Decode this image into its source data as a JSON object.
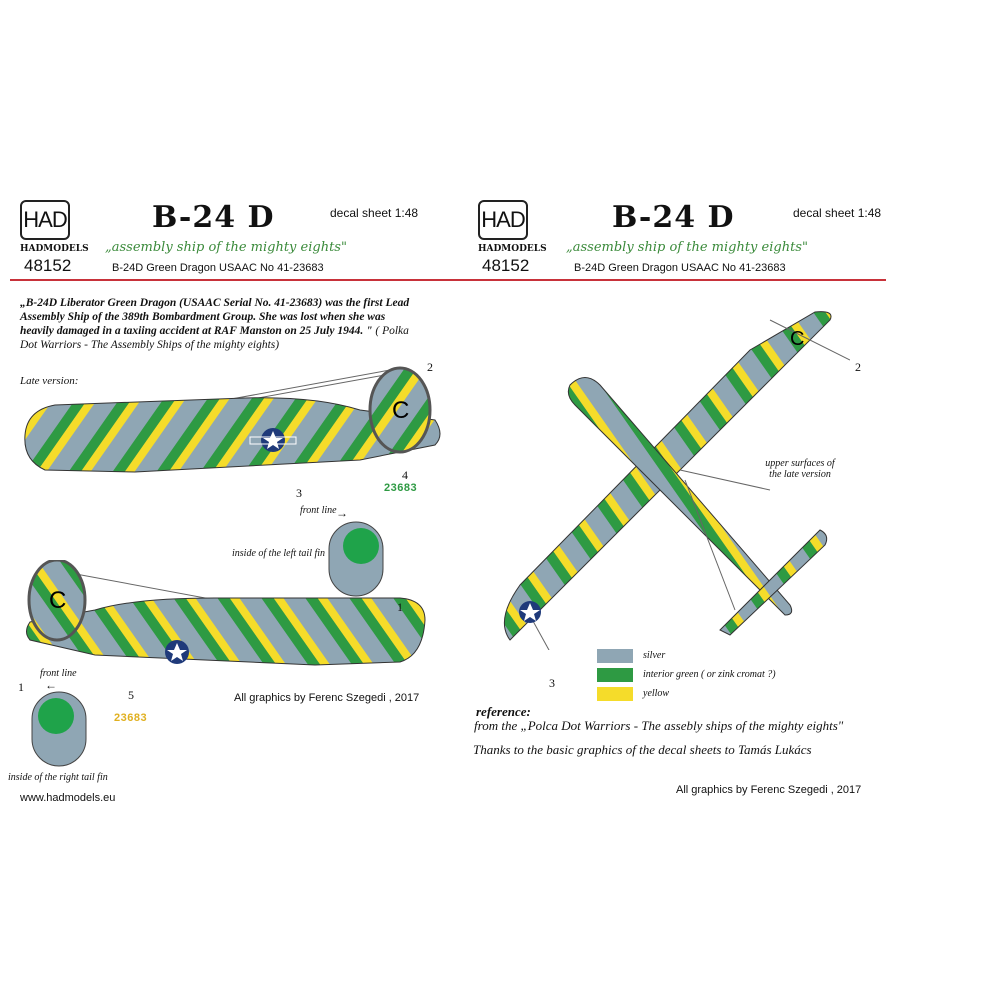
{
  "header_left": {
    "logo": "HAD",
    "brand": "HADMODELS",
    "code": "48152",
    "title": "B-24 D",
    "scale": "decal sheet 1:48",
    "motto": "„assembly ship of the mighty eights\"",
    "subtitle": "B-24D Green Dragon USAAC No 41-23683"
  },
  "header_right": {
    "logo": "HAD",
    "brand": "HADMODELS",
    "code": "48152",
    "title": "B-24 D",
    "scale": "decal sheet 1:48",
    "motto": "„assembly ship of the mighty eights\"",
    "subtitle": "B-24D Green Dragon USAAC No 41-23683"
  },
  "intro": {
    "quote_bold": "„B-24D Liberator Green Dragon (USAAC Serial No. 41-23683) was the first Lead Assembly Ship of the 389th Bombardment Group. She was lost when she was heavily damaged in a taxiing accident at RAF Manston on 25 July 1944. \"",
    "quote_source": "( Polka Dot Warriors - The Assembly Ships of the mighty eights)",
    "late_version": "Late version:"
  },
  "left_views": {
    "callouts": [
      "2",
      "3",
      "4",
      "1",
      "1",
      "5"
    ],
    "serial_1": "23683",
    "serial_2": "23683",
    "tail_letter": "C",
    "front_line_1": "front line",
    "left_fin_label": "inside of the left tail fin",
    "front_line_2": "front line",
    "right_fin_label": "inside of the right tail fin",
    "credit": "All graphics by Ferenc Szegedi , 2017",
    "website": "www.hadmodels.eu"
  },
  "right_view": {
    "callouts": [
      "2",
      "3"
    ],
    "tail_letter": "C",
    "caption": "upper surfaces of the late version"
  },
  "legend": [
    {
      "label": "silver",
      "color": "#8fa6b4"
    },
    {
      "label": "interior green ( or zink cromat ?)",
      "color": "#2e9a43"
    },
    {
      "label": "yellow",
      "color": "#f5dc2a"
    }
  ],
  "reference": {
    "heading": "reference:",
    "source": "from the „Polca Dot Warriors - The assebly ships of the mighty eights\"",
    "thanks": "Thanks to the  basic graphics of the decal sheets to Tamás Lukács"
  },
  "footer_credit": "All graphics by Ferenc Szegedi , 2017"
}
